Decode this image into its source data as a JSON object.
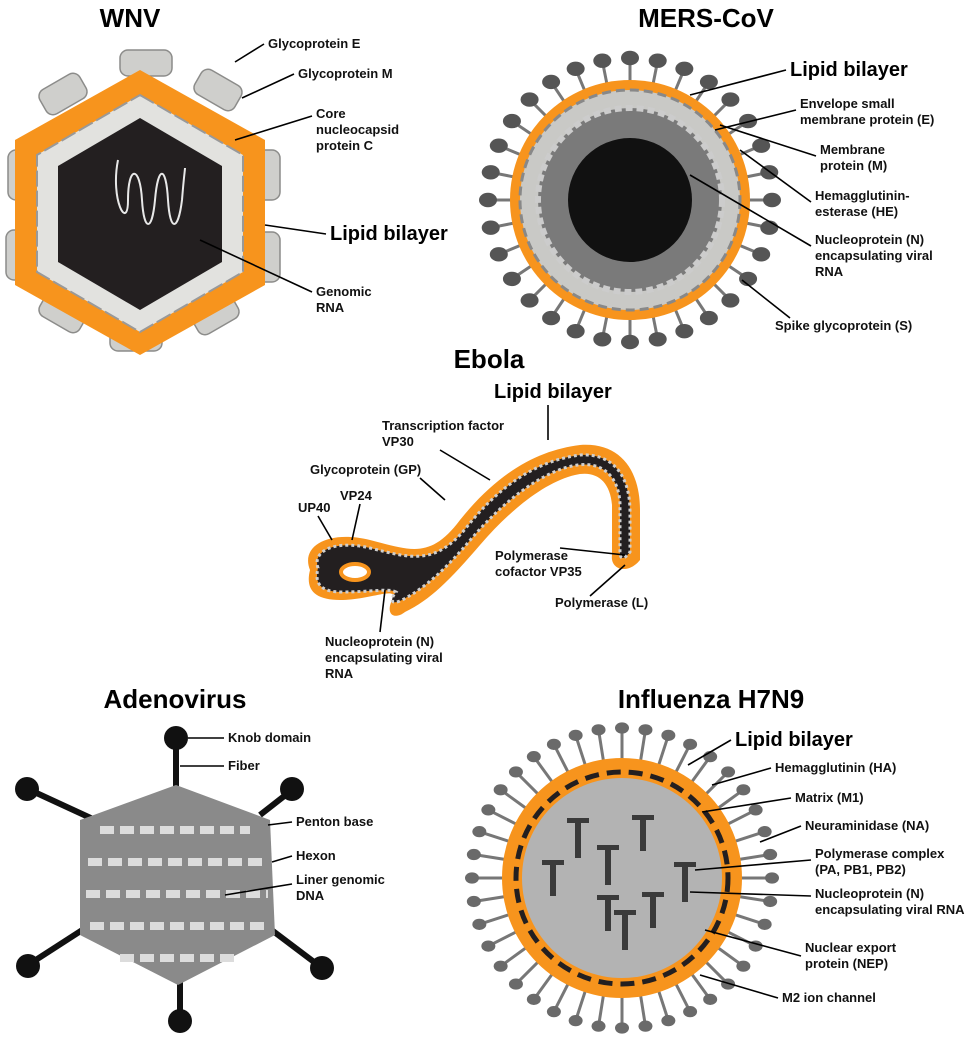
{
  "diagrams": {
    "wnv": {
      "title": "WNV",
      "labels": [
        "Glycoprotein E",
        "Glycoprotein M",
        "Core",
        "nucleocapsid",
        "protein C",
        "Lipid bilayer",
        "Genomic",
        "RNA"
      ]
    },
    "mers": {
      "title": "MERS-CoV",
      "labels": [
        "Lipid bilayer",
        "Envelope small",
        "membrane protein (E)",
        "Membrane",
        "protein (M)",
        "Hemagglutinin-",
        "esterase (HE)",
        "Nucleoprotein (N)",
        "encapsulating viral",
        "RNA",
        "Spike glycoprotein (S)"
      ]
    },
    "ebola": {
      "title": "Ebola",
      "labels": [
        "Lipid bilayer",
        "Transcription factor",
        "VP30",
        "Glycoprotein (GP)",
        "UP40",
        "VP24",
        "Polymerase",
        "cofactor VP35",
        "Polymerase (L)",
        "Nucleoprotein (N)",
        "encapsulating viral",
        "RNA"
      ]
    },
    "adeno": {
      "title": "Adenovirus",
      "labels": [
        "Knob domain",
        "Fiber",
        "Penton base",
        "Hexon",
        "Liner genomic",
        "DNA"
      ]
    },
    "flu": {
      "title": "Influenza H7N9",
      "labels": [
        "Lipid bilayer",
        "Hemagglutinin (HA)",
        "Matrix (M1)",
        "Neuraminidase (NA)",
        "Polymerase complex",
        "(PA, PB1, PB2)",
        "Nucleoprotein (N)",
        "encapsulating viral RNA",
        "Nuclear export",
        "protein (NEP)",
        "M2 ion channel"
      ]
    }
  },
  "colors": {
    "membrane": "#f7941d",
    "core": "#231f20",
    "protein": "#d9d9d6",
    "dark_protein": "#5a5a5a",
    "flu_interior": "#b3b3b3"
  }
}
